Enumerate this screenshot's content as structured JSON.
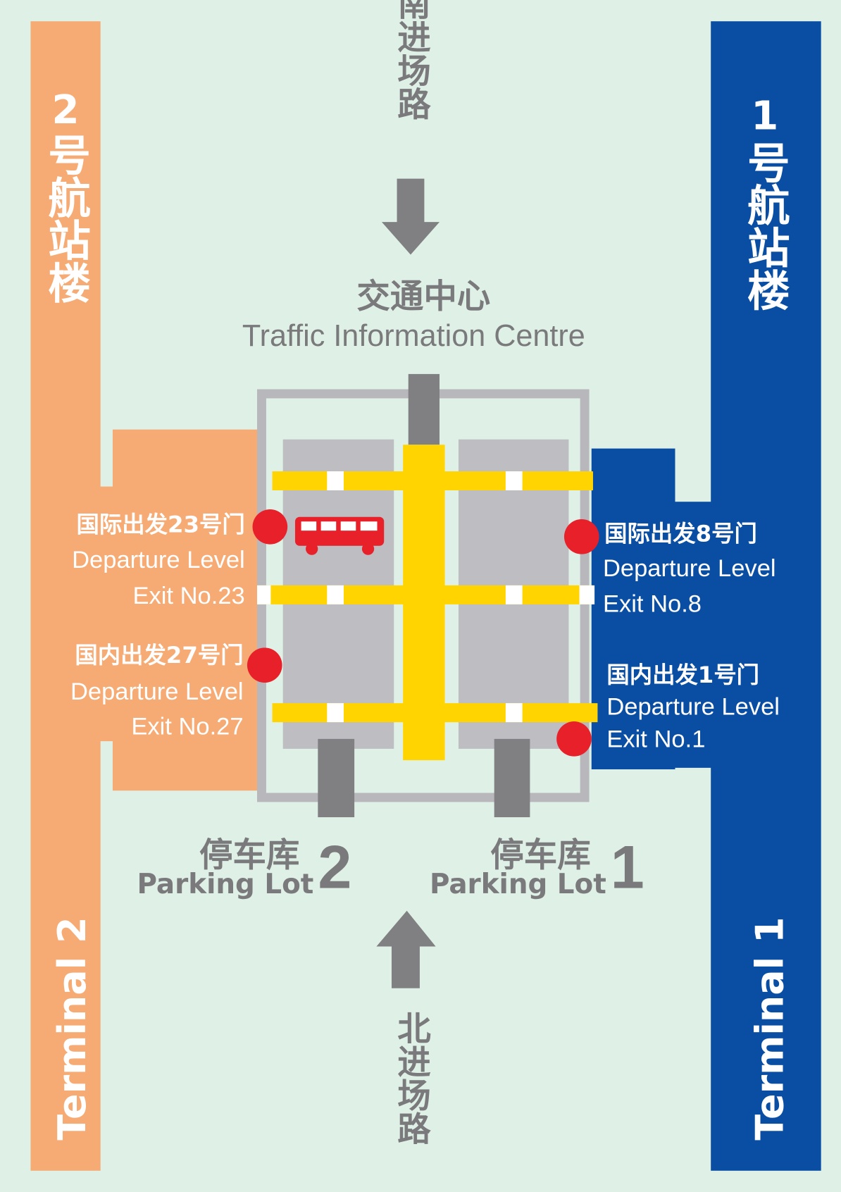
{
  "colors": {
    "background": "#dff0e6",
    "terminal2": "#f7ab74",
    "terminal1": "#0a4ea3",
    "road": "#ffd400",
    "parking": "#bdbdc2",
    "connector": "#808083",
    "exit_marker": "#e8202a",
    "label_gray": "#7a7a7c"
  },
  "roads": {
    "south": "南进场路",
    "north": "北进场路"
  },
  "center": {
    "name_cn": "交通中心",
    "name_en": "Traffic Information Centre"
  },
  "terminal2": {
    "name_cn": "号航站楼",
    "number": "2",
    "name_en": "Terminal 2",
    "exits": [
      {
        "cn": "国际出发23号门",
        "en1": "Departure Level",
        "en2": "Exit No.23"
      },
      {
        "cn": "国内出发27号门",
        "en1": "Departure Level",
        "en2": "Exit No.27"
      }
    ]
  },
  "terminal1": {
    "name_cn": "号航站楼",
    "number": "1",
    "name_en": "Terminal 1",
    "exits": [
      {
        "cn": "国际出发8号门",
        "en1": "Departure Level",
        "en2": "Exit No.8"
      },
      {
        "cn": "国内出发1号门",
        "en1": "Departure Level",
        "en2": "Exit No.1"
      }
    ]
  },
  "parking": [
    {
      "cn": "停车库",
      "en": "Parking Lot",
      "number": "2"
    },
    {
      "cn": "停车库",
      "en": "Parking Lot",
      "number": "1"
    }
  ],
  "icons": [
    "bus-icon",
    "arrow-down-icon",
    "arrow-up-icon",
    "exit-marker-icon"
  ]
}
